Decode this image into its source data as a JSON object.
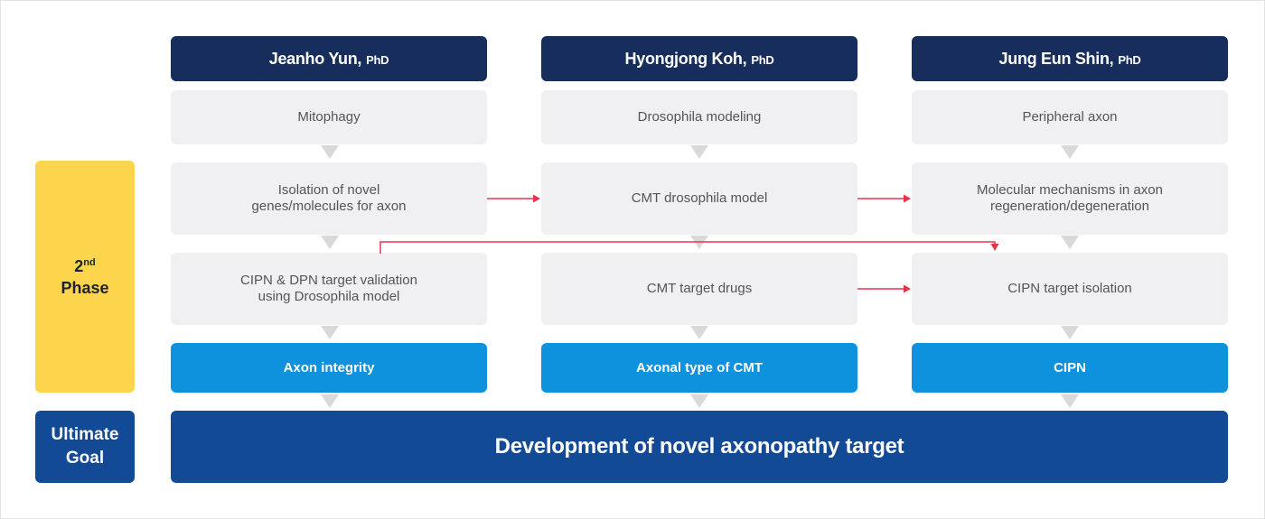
{
  "phase": {
    "ordinal": "2",
    "suffix": "nd",
    "label": "Phase"
  },
  "goal": {
    "label": "Ultimate\nGoal",
    "text": "Development of novel axonopathy target"
  },
  "columns": [
    {
      "name": "Jeanho Yun,",
      "degree": "PhD",
      "topic": "Mitophagy",
      "step2": "Isolation of novel\ngenes/molecules for axon",
      "step3": "CIPN & DPN target validation\nusing Drosophila model",
      "outcome": "Axon integrity"
    },
    {
      "name": "Hyongjong Koh,",
      "degree": "PhD",
      "topic": "Drosophila modeling",
      "step2": "CMT drosophila model",
      "step3": "CMT target drugs",
      "outcome": "Axonal type of CMT"
    },
    {
      "name": "Jung Eun Shin,",
      "degree": "PhD",
      "topic": "Peripheral axon",
      "step2": "Molecular mechanisms in axon\nregeneration/degeneration",
      "step3": "CIPN target isolation",
      "outcome": "CIPN"
    }
  ],
  "colors": {
    "header": "#172d5c",
    "step_box": "#f0f0f2",
    "outcome": "#0f92dd",
    "phase": "#fdd54d",
    "goal": "#134a95",
    "flow_arrow": "#d9d9d9",
    "link_arrow": "#e8334a"
  }
}
